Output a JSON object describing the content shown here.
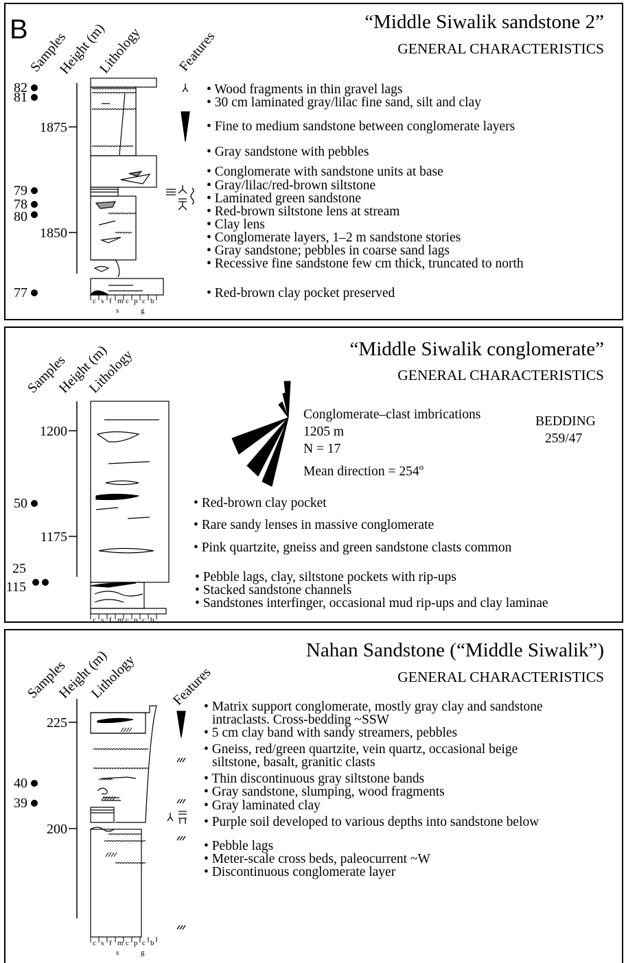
{
  "panel_letter": "B",
  "panels": [
    {
      "title": "“Middle Siwalik sandstone 2”",
      "subtitle": "GENERAL CHARACTERISTICS",
      "headers": [
        "Samples",
        "Height (m)",
        "Lithology",
        "Features"
      ],
      "ticks": [
        "1875",
        "1850"
      ],
      "samples": [
        "82",
        "81",
        "79",
        "78",
        "80",
        "77"
      ],
      "features": [
        "• Wood fragments in thin gravel lags",
        "• 30 cm laminated gray/lilac fine sand, silt and clay",
        "• Fine to medium sandstone between conglomerate layers",
        "• Gray sandstone with pebbles",
        "• Conglomerate with sandstone units at base",
        "• Gray/lilac/red-brown siltstone",
        "• Laminated green sandstone",
        "• Red-brown siltstone lens at stream",
        "• Clay lens",
        "• Conglomerate layers, 1–2 m sandstone stories",
        "• Gray sandstone; pebbles in coarse sand lags",
        "• Recessive fine sandstone few cm thick, truncated to north",
        "• Red-brown clay pocket preserved"
      ]
    },
    {
      "title": "“Middle Siwalik conglomerate”",
      "subtitle": "GENERAL CHARACTERISTICS",
      "headers": [
        "Samples",
        "Height (m)",
        "Lithology"
      ],
      "ticks": [
        "1200",
        "1175"
      ],
      "samples": [
        "50",
        "25",
        "115"
      ],
      "rose": {
        "label1": "Conglomerate–clast imbrications",
        "label2": "1205 m",
        "label3": "N = 17",
        "mean_text": "Mean direction = 254",
        "mean_sup": "o",
        "bedding_label": "BEDDING",
        "bedding_value": "259/47"
      },
      "features": [
        "• Red-brown clay pocket",
        "• Rare sandy lenses in massive conglomerate",
        "• Pink quartzite, gneiss and green sandstone clasts common",
        "• Pebble lags, clay, siltstone pockets with rip-ups",
        "• Stacked sandstone channels",
        "• Sandstones interfinger, occasional mud rip-ups and clay laminae"
      ]
    },
    {
      "title": "Nahan Sandstone (“Middle Siwalik”)",
      "subtitle": "GENERAL CHARACTERISTICS",
      "headers": [
        "Samples",
        "Height (m)",
        "Lithology",
        "Features"
      ],
      "ticks": [
        "225",
        "200"
      ],
      "samples": [
        "40",
        "39"
      ],
      "features": [
        "• Matrix support conglomerate, mostly gray clay and sandstone",
        "intraclasts. Cross-bedding ~SSW",
        "• 5 cm clay band with sandy streamers, pebbles",
        "• Gneiss, red/green quartzite, vein quartz, occasional beige",
        "siltstone, basalt, granitic clasts",
        "• Thin discontinuous gray siltstone bands",
        "• Gray sandstone, slumping, wood fragments",
        "• Gray laminated clay",
        "• Purple soil developed to various depths into sandstone below",
        "• Pebble lags",
        "• Meter-scale cross beds, paleocurrent ~W",
        "• Discontinuous conglomerate layer"
      ]
    }
  ],
  "grain_scale": {
    "top": [
      "c",
      "s",
      "f",
      "m",
      "c",
      "p",
      "c",
      "b"
    ],
    "bottom": [
      "s",
      "g"
    ]
  }
}
